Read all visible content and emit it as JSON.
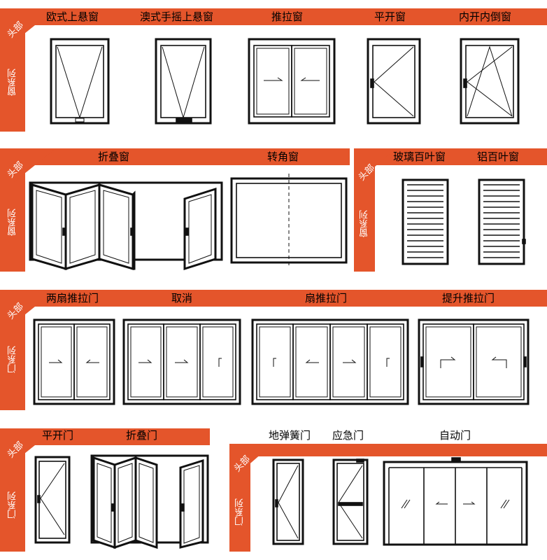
{
  "rows": [
    {
      "head": "头部",
      "side": "窗系列",
      "items": [
        "欧式上悬窗",
        "澳式手摇上悬窗",
        "推拉窗",
        "平开窗",
        "内开内倒窗"
      ]
    },
    {
      "head": "头部",
      "side": "窗系列",
      "items": [
        "折叠窗",
        "转角窗"
      ],
      "head2": "头部",
      "side2": "窗系列",
      "items2": [
        "玻璃百叶窗",
        "铝百叶窗"
      ]
    },
    {
      "head": "头部",
      "side": "门系列",
      "items": [
        "两扇推拉门",
        "取消",
        "扇推拉门",
        "提升推拉门"
      ]
    },
    {
      "head": "头部",
      "side": "门系列",
      "items": [
        "平开门",
        "折叠门"
      ],
      "head2": "头部",
      "side2": "门系列",
      "items2": [
        "地弹簧门",
        "应急门",
        "自动门"
      ]
    }
  ],
  "colors": {
    "band": "#e4552b",
    "line": "#111111"
  }
}
